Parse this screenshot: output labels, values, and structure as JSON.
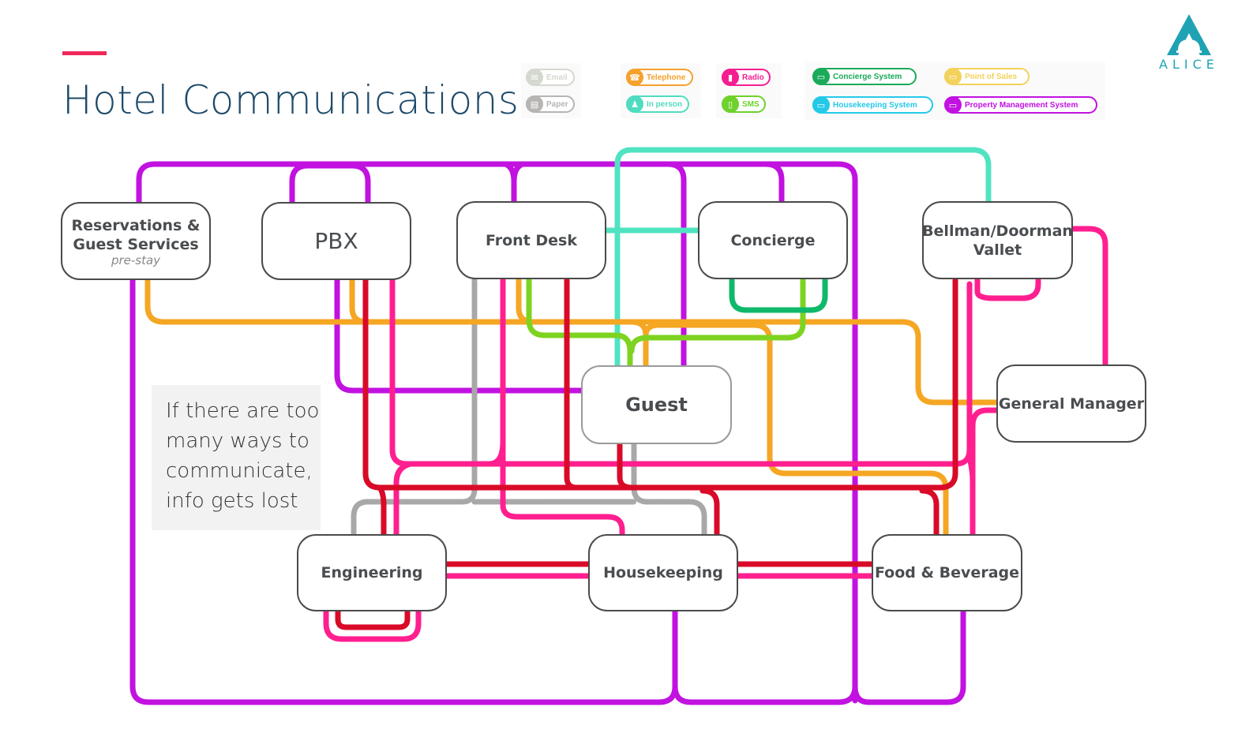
{
  "header": {
    "title": "Hotel Communications",
    "accent_color": "#f0285a",
    "logo_text": "ALICE",
    "logo_color": "#1fa3b4"
  },
  "legend": [
    {
      "label": "Email",
      "icon": "envelope-icon",
      "color": "#d5d8cf",
      "faded": true
    },
    {
      "label": "Paper",
      "icon": "document-icon",
      "color": "#b8b4b4",
      "faded": true
    },
    {
      "label": "Telephone",
      "icon": "telephone-icon",
      "color": "#f5a12c"
    },
    {
      "label": "In person",
      "icon": "people-icon",
      "color": "#4fdcc0"
    },
    {
      "label": "Radio",
      "icon": "radio-icon",
      "color": "#f51e91"
    },
    {
      "label": "SMS",
      "icon": "phone-icon",
      "color": "#6fd12c"
    },
    {
      "label": "Concierge System",
      "icon": "laptop-icon",
      "color": "#1aaa5a"
    },
    {
      "label": "Housekeeping System",
      "icon": "laptop-icon",
      "color": "#25c9e8"
    },
    {
      "label": "Point of Sales",
      "icon": "laptop-icon",
      "color": "#f2d25a",
      "faded": true
    },
    {
      "label": "Property Management System",
      "icon": "laptop-icon",
      "color": "#c112e0"
    }
  ],
  "nodes": {
    "reservations": {
      "label": "Reservations &",
      "label2": "Guest Services",
      "sub": "pre-stay"
    },
    "pbx": {
      "label": "PBX"
    },
    "front_desk": {
      "label": "Front Desk"
    },
    "concierge": {
      "label": "Concierge"
    },
    "bellman": {
      "label": "Bellman/Doorman",
      "label2": "Vallet"
    },
    "guest": {
      "label": "Guest"
    },
    "general_manager": {
      "label": "General Manager"
    },
    "engineering": {
      "label": "Engineering"
    },
    "housekeeping": {
      "label": "Housekeeping"
    },
    "food_beverage": {
      "label": "Food & Beverage"
    }
  },
  "note": {
    "lines": [
      "If there are too",
      "many ways to",
      "communicate,",
      "info gets lost"
    ]
  },
  "line_colors": {
    "pms": "#c112e0",
    "telephone": "#f5a623",
    "radio": "#ff1f8f",
    "radio_dark": "#d90a28",
    "sms": "#7ed321",
    "concierge_system": "#0fb96a",
    "in_person": "#50e3c2",
    "paper": "#a8a8a8"
  }
}
